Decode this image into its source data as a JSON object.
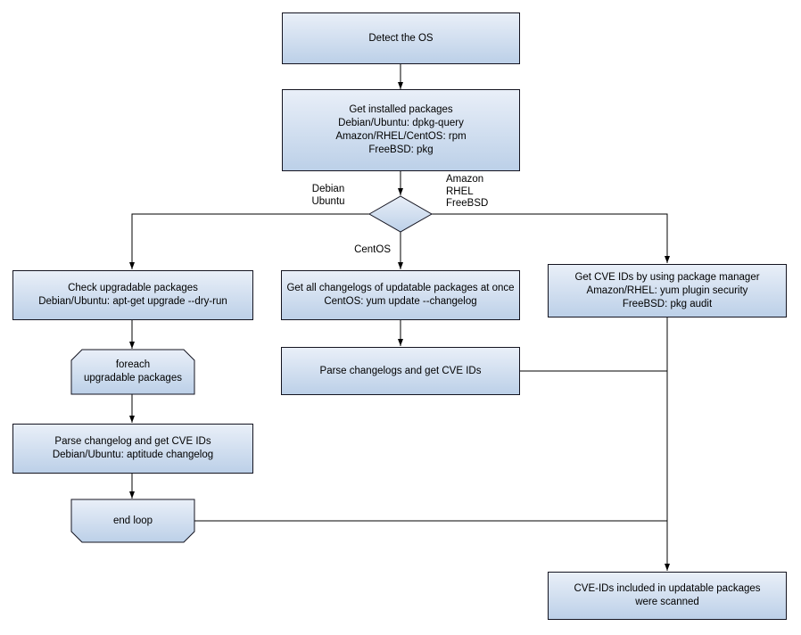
{
  "nodes": {
    "detect_os": {
      "lines": [
        "Detect the OS"
      ]
    },
    "get_installed_packages": {
      "lines": [
        "Get installed packages",
        "Debian/Ubuntu: dpkg-query",
        "Amazon/RHEL/CentOS: rpm",
        "FreeBSD: pkg"
      ]
    },
    "check_upgradable": {
      "lines": [
        "Check upgradable packages",
        "Debian/Ubuntu: apt-get upgrade --dry-run"
      ]
    },
    "foreach_loop": {
      "lines": [
        "foreach",
        "upgradable packages"
      ]
    },
    "parse_changelog_left": {
      "lines": [
        "Parse changelog and get CVE IDs",
        "Debian/Ubuntu: aptitude changelog"
      ]
    },
    "end_loop": {
      "lines": [
        "end loop"
      ]
    },
    "get_all_changelogs": {
      "lines": [
        "Get all changelogs of updatable packages at once",
        "CentOS: yum update --changelog"
      ]
    },
    "parse_changelogs_mid": {
      "lines": [
        "Parse changelogs and get CVE IDs"
      ]
    },
    "get_cve_ids_right": {
      "lines": [
        "Get CVE IDs by using package manager",
        "Amazon/RHEL: yum plugin security",
        "FreeBSD: pkg audit"
      ]
    },
    "result": {
      "lines": [
        "CVE-IDs included in updatable packages",
        "were scanned"
      ]
    }
  },
  "edge_labels": {
    "debian_ubuntu": [
      "Debian",
      "Ubuntu"
    ],
    "amazon_rhel_freebsd": [
      "Amazon",
      "RHEL",
      "FreeBSD"
    ],
    "centos": [
      "CentOS"
    ]
  },
  "colors": {
    "node_fill_top": "#e9eff8",
    "node_fill_bottom": "#bcd0e8",
    "node_border": "#141420",
    "connector": "#000000"
  }
}
